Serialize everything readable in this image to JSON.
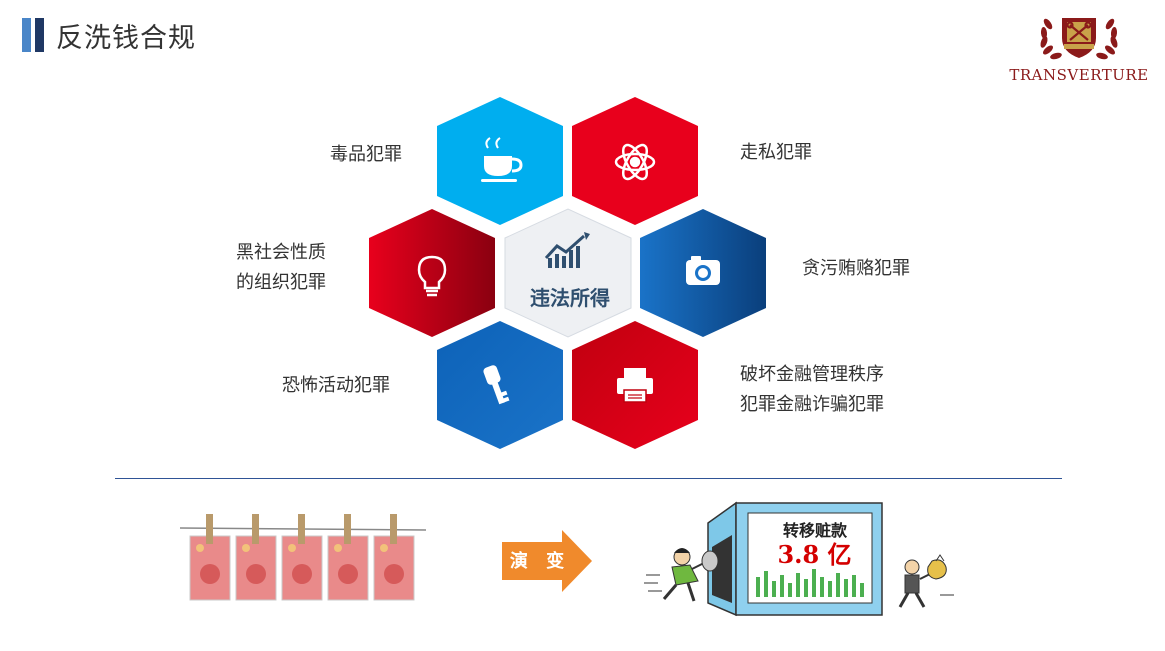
{
  "header": {
    "title": "反洗钱合规",
    "brand_name": "TRANSVERTURE",
    "logo_icon": "crossed-keys-laurel-crest-icon"
  },
  "colors": {
    "cyan": "#00aeef",
    "red": "#e8001c",
    "dark_red": "#b0000f",
    "blue": "#1a73c8",
    "dark_blue": "#0b4f9c",
    "center_gray": "#eef0f3",
    "arrow_orange": "#f08a2c",
    "divider": "#2f5496"
  },
  "diagram": {
    "center": {
      "label": "违法所得",
      "icon": "chart-trend-up-icon"
    },
    "nodes": [
      {
        "id": "drugs",
        "label_lines": [
          "毒品犯罪"
        ],
        "icon": "coffee-cup-icon"
      },
      {
        "id": "smuggling",
        "label_lines": [
          "走私犯罪"
        ],
        "icon": "atom-icon"
      },
      {
        "id": "organized-crime",
        "label_lines": [
          "黑社会性质",
          "的组织犯罪"
        ],
        "icon": "lightbulb-icon"
      },
      {
        "id": "corruption",
        "label_lines": [
          "贪污贿赂犯罪"
        ],
        "icon": "camera-icon"
      },
      {
        "id": "terrorism",
        "label_lines": [
          "恐怖活动犯罪"
        ],
        "icon": "key-icon"
      },
      {
        "id": "financial-crime",
        "label_lines": [
          "破坏金融管理秩序",
          "犯罪金融诈骗犯罪"
        ],
        "icon": "printer-icon"
      }
    ]
  },
  "bottom": {
    "arrow_label": "演 变",
    "screen_title": "转移赃款",
    "screen_amount": "3.8 亿",
    "money_icon": "banknotes-clothesline-icon",
    "cartoon_icon": "money-transfer-cartoon-icon"
  }
}
